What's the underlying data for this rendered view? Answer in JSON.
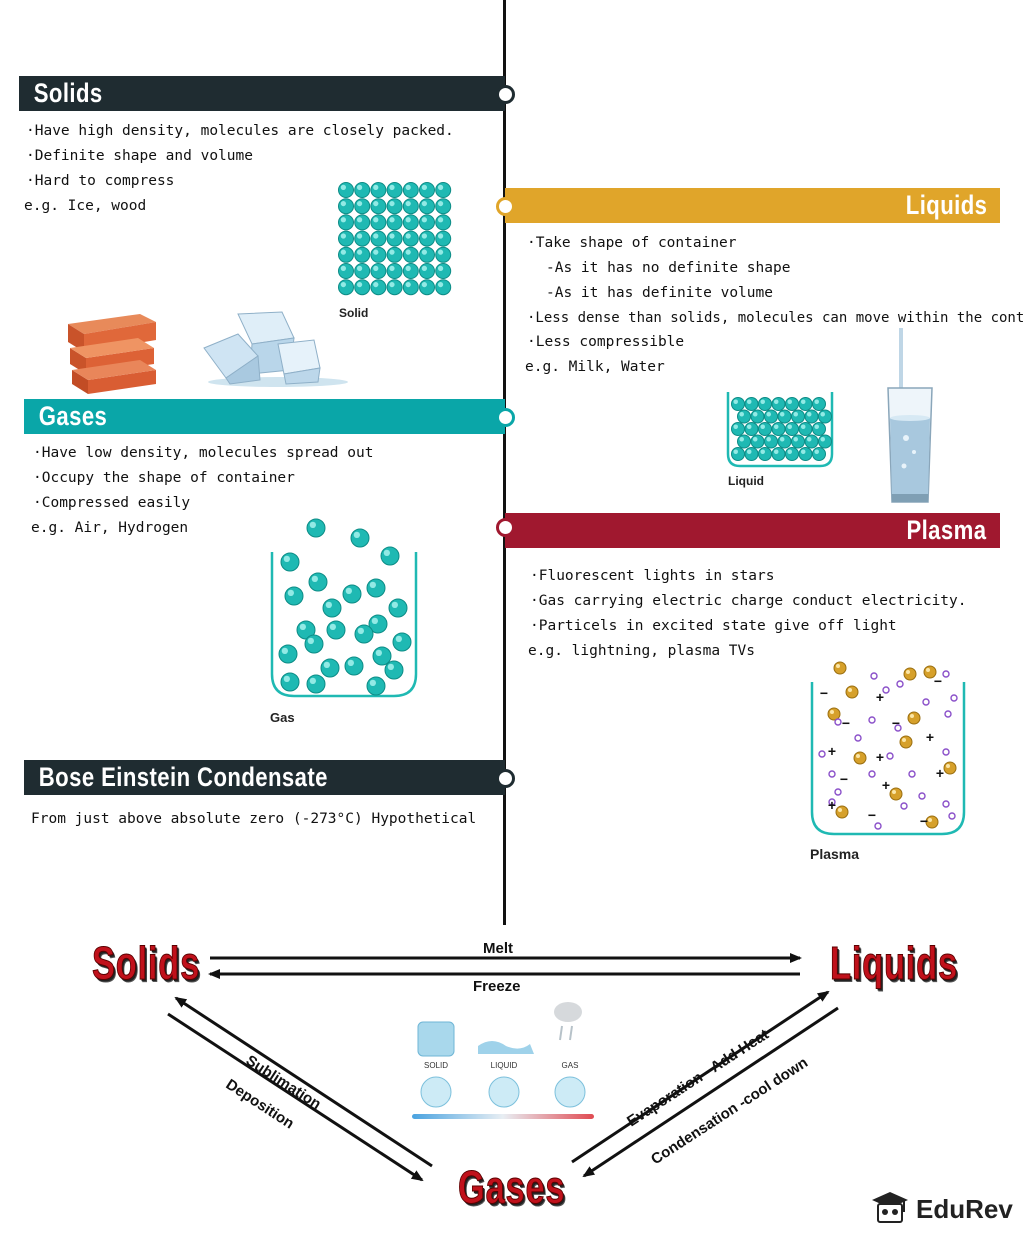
{
  "sections": {
    "solids": {
      "title": "Solids",
      "points": [
        "·Have high density, molecules are closely packed.",
        "·Definite shape and volume",
        "·Hard to compress"
      ],
      "example": "e.g. Ice, wood",
      "caption": "Solid",
      "color": "#1f2c31"
    },
    "liquids": {
      "title": "Liquids",
      "points": [
        "·Take shape of container",
        "-As it has no definite shape",
        "-As it has definite volume",
        "·Less dense than solids, molecules can move within the container",
        "·Less compressible"
      ],
      "example": "e.g. Milk, Water",
      "caption": "Liquid",
      "color": "#e0a52a"
    },
    "gases": {
      "title": "Gases",
      "points": [
        "·Have low density, molecules spread out",
        "·Occupy the shape of container",
        "·Compressed easily"
      ],
      "example": "e.g. Air, Hydrogen",
      "caption": "Gas",
      "color": "#0aa6a8"
    },
    "plasma": {
      "title": "Plasma",
      "points": [
        "·Fluorescent lights in stars",
        "·Gas carrying electric charge conduct electricity.",
        "·Particels in excited state give off light"
      ],
      "example": "e.g. lightning, plasma TVs",
      "caption": "Plasma",
      "color": "#a0182f"
    },
    "bec": {
      "title": "Bose Einstein Condensate",
      "text": "From just above absolute zero (-273°C) Hypothetical",
      "color": "#1f2c31"
    }
  },
  "cycle": {
    "solids": "Solids",
    "liquids": "Liquids",
    "gases": "Gases",
    "melt": "Melt",
    "freeze": "Freeze",
    "sublimation": "Sublimation",
    "deposition": "Deposition",
    "evaporation": "Evaporation - Add Heat",
    "condensation": "Condensation -cool down",
    "mini_solid": "SOLID",
    "mini_liquid": "LIQUID",
    "mini_gas": "GAS"
  },
  "brand": {
    "name": "EduRev"
  },
  "colors": {
    "particle": "#1fb9b3",
    "particle_light": "#9ff0ea",
    "cycle_red": "#c0111b",
    "plasma_gold": "#d6a02a",
    "plasma_violet": "#8a4fc9"
  }
}
